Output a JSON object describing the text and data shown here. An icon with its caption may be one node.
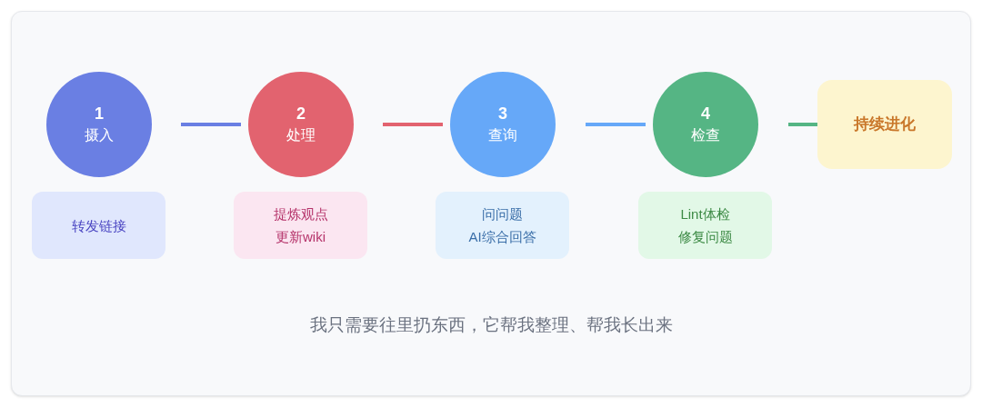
{
  "diagram": {
    "caption": "我只需要往里扔东西，它帮我整理、帮我长出来",
    "nodes": [
      {
        "text": [
          "1",
          "摄入"
        ]
      },
      {
        "text": [
          "2",
          "处理"
        ]
      },
      {
        "text": [
          "3",
          "查询"
        ]
      },
      {
        "text": [
          "4",
          "检查"
        ]
      },
      {
        "text": [
          "持续进化"
        ]
      },
      {
        "text": [
          "转发链接"
        ]
      },
      {
        "text": [
          "提炼观点",
          "更新wiki"
        ]
      },
      {
        "text": [
          "问问题",
          "AI综合回答"
        ]
      },
      {
        "text": [
          "Lint体检",
          "修复问题"
        ]
      }
    ],
    "edges": [
      {
        "from": 0,
        "to": 1,
        "arrow": "none",
        "color": "#6a7fe3"
      },
      {
        "from": 1,
        "to": 2,
        "arrow": "none",
        "color": "#e2636f"
      },
      {
        "from": 2,
        "to": 3,
        "arrow": "none",
        "color": "#66a8f8"
      },
      {
        "from": 3,
        "to": 4,
        "arrow": "none",
        "color": "#55b584"
      }
    ]
  }
}
